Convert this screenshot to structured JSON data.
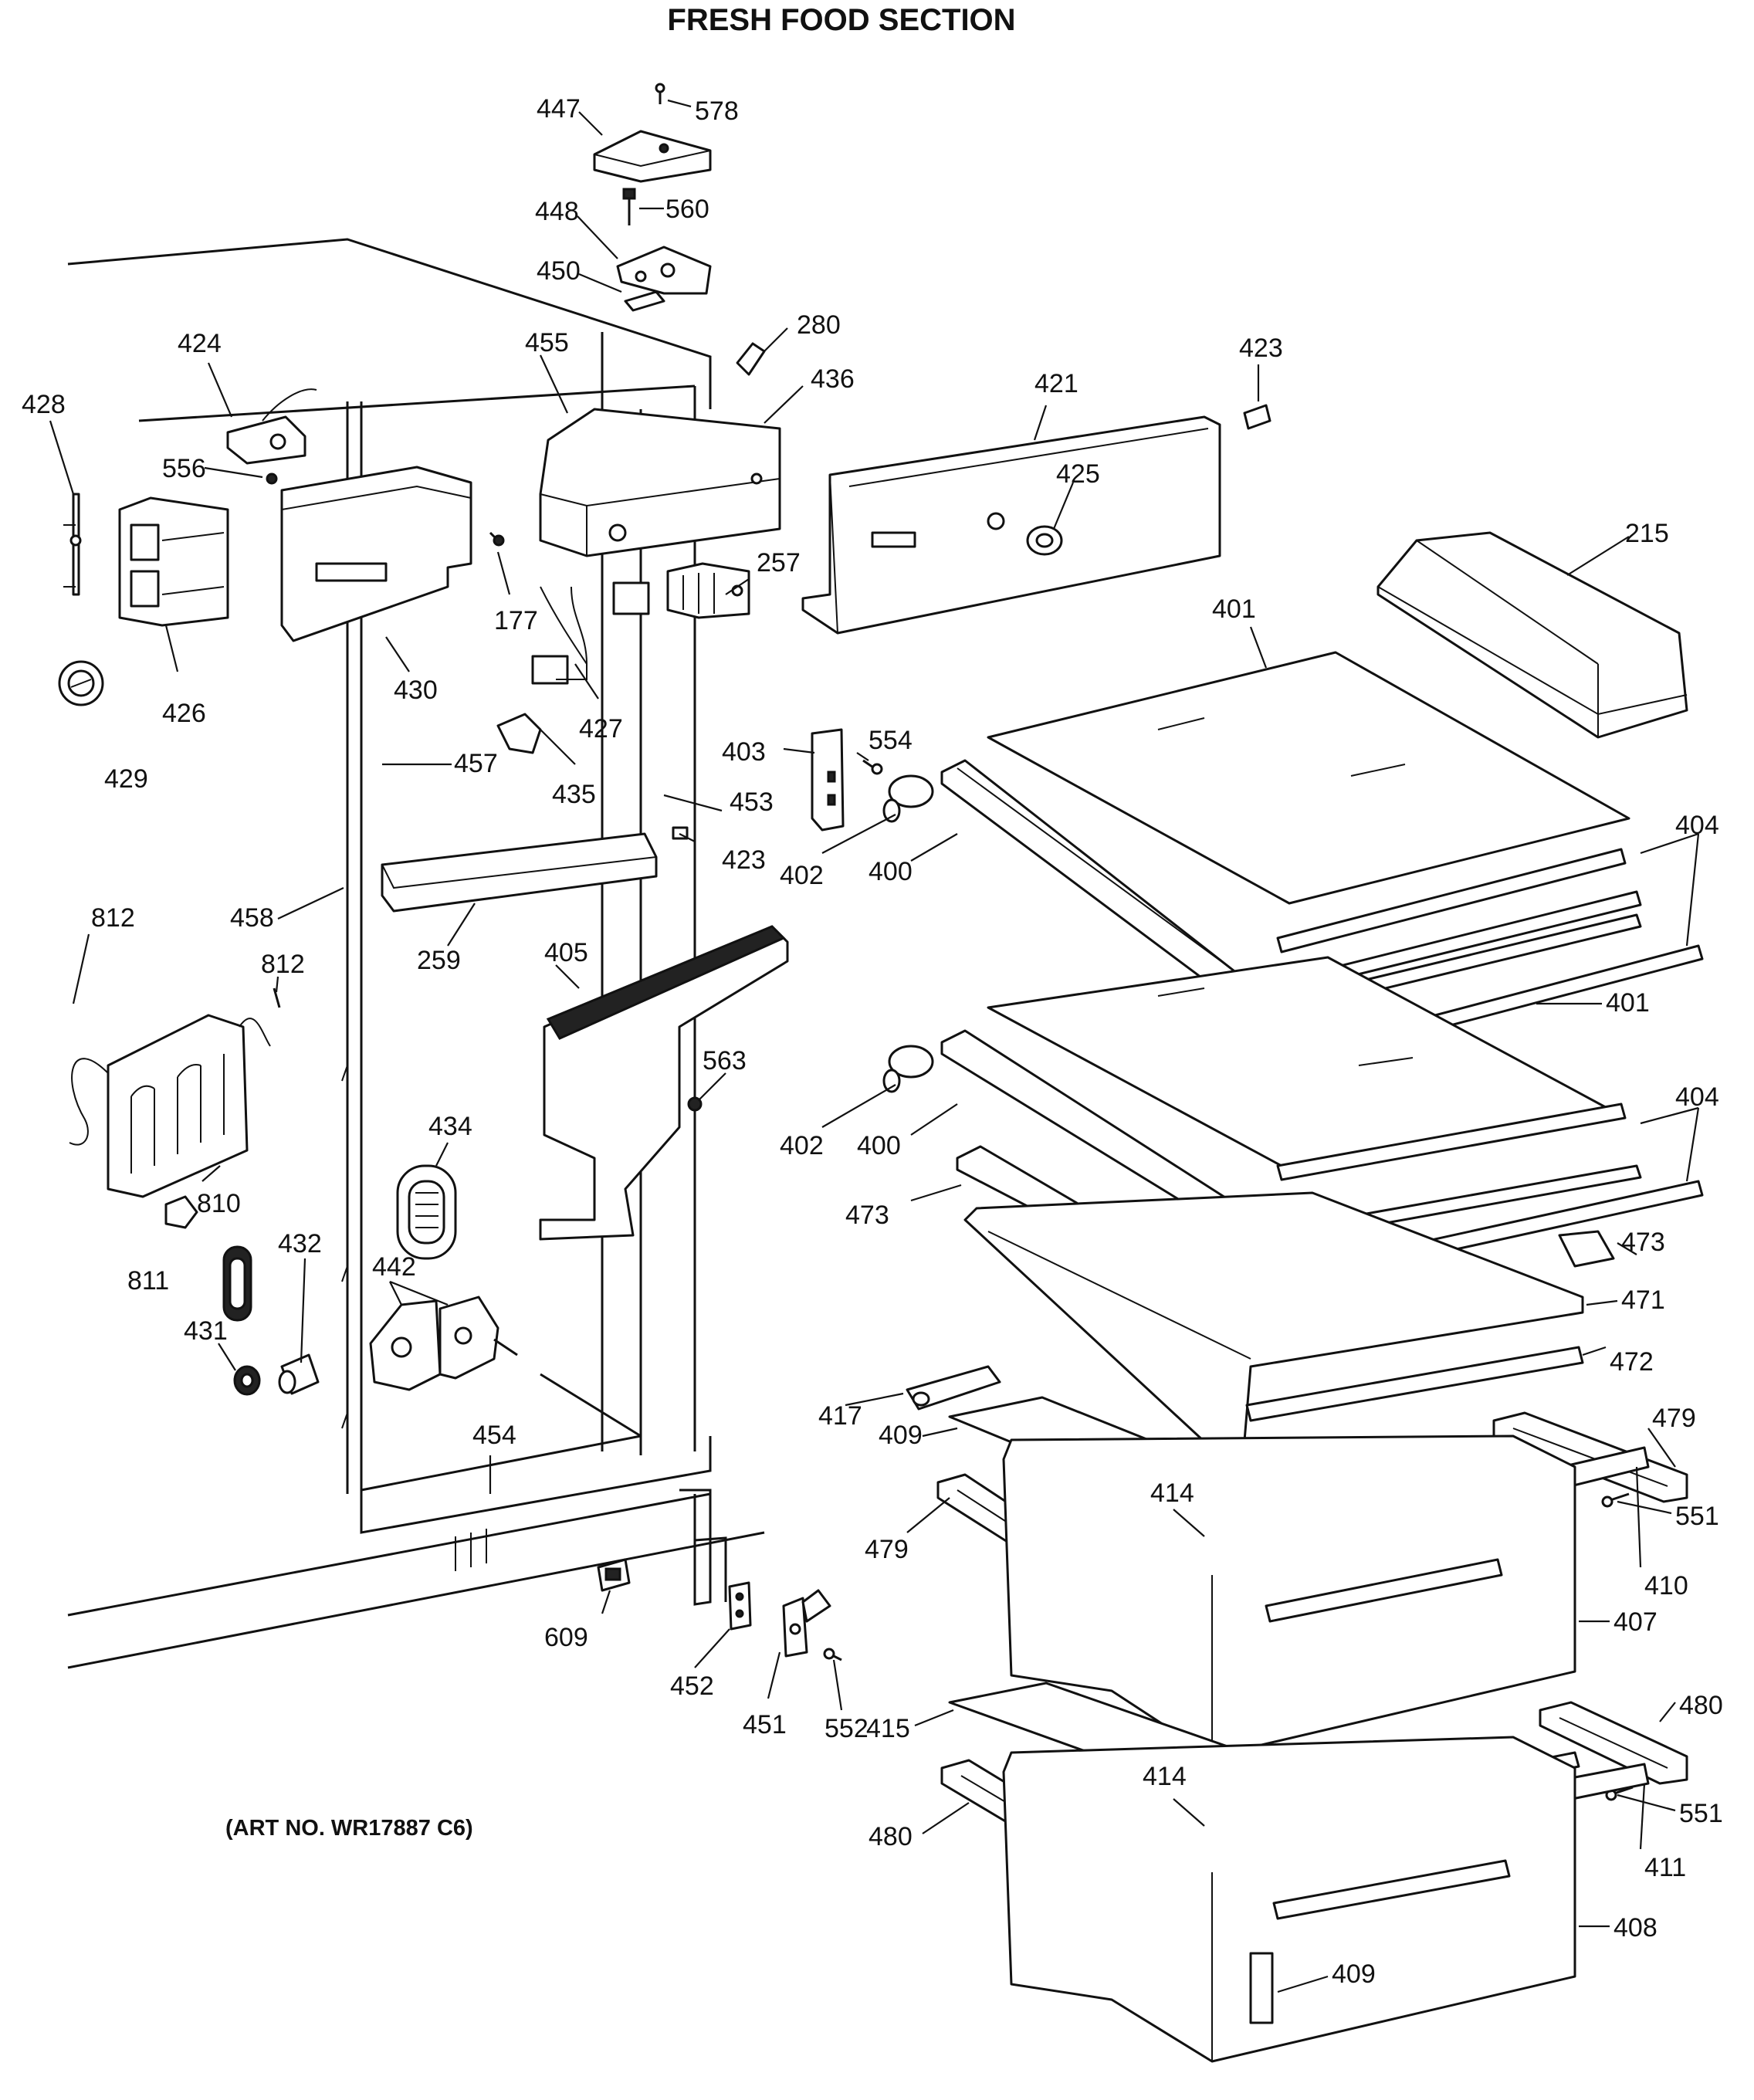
{
  "title": "FRESH FOOD SECTION",
  "art_number": "(ART NO. WR17887 C6)",
  "callouts": [
    {
      "label": "447",
      "part": "control-housing-cover"
    },
    {
      "label": "578",
      "part": "cover-screw"
    },
    {
      "label": "448",
      "part": "top-hinge"
    },
    {
      "label": "560",
      "part": "hinge-bolt"
    },
    {
      "label": "450",
      "part": "hinge-shim"
    },
    {
      "label": "280",
      "part": "plug-button"
    },
    {
      "label": "455",
      "part": "control-housing-top"
    },
    {
      "label": "436",
      "part": "control-housing"
    },
    {
      "label": "424",
      "part": "light-switch"
    },
    {
      "label": "428",
      "part": "wire-clip"
    },
    {
      "label": "556",
      "part": "switch-screw"
    },
    {
      "label": "426",
      "part": "light-socket-housing"
    },
    {
      "label": "430",
      "part": "light-shield"
    },
    {
      "label": "177",
      "part": "shield-screw"
    },
    {
      "label": "429",
      "part": "light-bulb"
    },
    {
      "label": "457",
      "part": "liner-edge-trim"
    },
    {
      "label": "427",
      "part": "wire-harness"
    },
    {
      "label": "435",
      "part": "wire-clamp"
    },
    {
      "label": "257",
      "part": "control-thermostat"
    },
    {
      "label": "421",
      "part": "control-panel"
    },
    {
      "label": "423",
      "part": "control-knob-insert"
    },
    {
      "label": "425",
      "part": "control-knob"
    },
    {
      "label": "215",
      "part": "shelf-bin"
    },
    {
      "label": "401",
      "part": "glass-shelf"
    },
    {
      "label": "403",
      "part": "shelf-support-bracket"
    },
    {
      "label": "554",
      "part": "bracket-screw"
    },
    {
      "label": "453",
      "part": "fresh-food-liner"
    },
    {
      "label": "423",
      "part": "liner-insert"
    },
    {
      "label": "404",
      "part": "shelf-trim"
    },
    {
      "label": "402",
      "part": "shelf-roller"
    },
    {
      "label": "400",
      "part": "shelf-frame"
    },
    {
      "label": "458",
      "part": "cabinet-side"
    },
    {
      "label": "259",
      "part": "mullion-cover"
    },
    {
      "label": "812",
      "part": "heater-lead"
    },
    {
      "label": "812",
      "part": "heater-screw"
    },
    {
      "label": "405",
      "part": "air-duct"
    },
    {
      "label": "563",
      "part": "duct-screw"
    },
    {
      "label": "810",
      "part": "heater-plate"
    },
    {
      "label": "811",
      "part": "heater-clip"
    },
    {
      "label": "434",
      "part": "air-grille"
    },
    {
      "label": "432",
      "part": "drain-tube"
    },
    {
      "label": "442",
      "part": "damper-control"
    },
    {
      "label": "431",
      "part": "drain-plug"
    },
    {
      "label": "473",
      "part": "pan-cover-support-left"
    },
    {
      "label": "473",
      "part": "pan-cover-support-right"
    },
    {
      "label": "471",
      "part": "pan-cover-frame"
    },
    {
      "label": "472",
      "part": "pan-cover-trim"
    },
    {
      "label": "417",
      "part": "slide-rail"
    },
    {
      "label": "409",
      "part": "pan-cover-glass"
    },
    {
      "label": "479",
      "part": "upper-drawer-slide-right"
    },
    {
      "label": "414",
      "part": "pan-trim-upper"
    },
    {
      "label": "551",
      "part": "slide-screw-upper"
    },
    {
      "label": "479",
      "part": "upper-drawer-slide-left"
    },
    {
      "label": "410",
      "part": "upper-pan-trim"
    },
    {
      "label": "454",
      "part": "liner-bottom"
    },
    {
      "label": "407",
      "part": "upper-pan"
    },
    {
      "label": "609",
      "part": "bottom-hinge-bushing"
    },
    {
      "label": "452",
      "part": "hinge-shim-lower"
    },
    {
      "label": "451",
      "part": "bottom-hinge"
    },
    {
      "label": "552",
      "part": "hinge-screw"
    },
    {
      "label": "415",
      "part": "lower-pan-cover"
    },
    {
      "label": "480",
      "part": "lower-drawer-slide-right"
    },
    {
      "label": "414",
      "part": "pan-trim-lower"
    },
    {
      "label": "551",
      "part": "slide-screw-lower"
    },
    {
      "label": "480",
      "part": "lower-drawer-slide-left"
    },
    {
      "label": "411",
      "part": "lower-pan-trim"
    },
    {
      "label": "408",
      "part": "lower-pan"
    },
    {
      "label": "409",
      "part": "pan-label"
    }
  ]
}
